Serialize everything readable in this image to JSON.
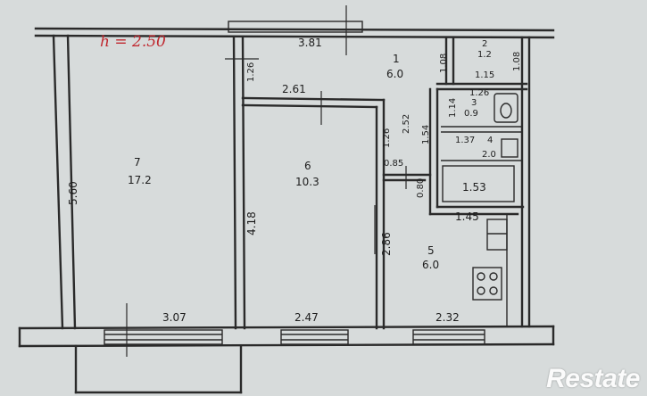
{
  "height_note": "h = 2.50",
  "rooms": [
    {
      "number": "7",
      "area": "17.2"
    },
    {
      "number": "6",
      "area": "10.3"
    },
    {
      "number": "1",
      "area": "6.0"
    },
    {
      "number": "2",
      "area": "1.2"
    },
    {
      "number": "3",
      "area": "0.9"
    },
    {
      "number": "4",
      "area": "2.0"
    },
    {
      "number": "5",
      "area": "6.0"
    }
  ],
  "dimensions": {
    "top_corridor": "3.81",
    "room6_top": "2.61",
    "wall_v": "1.26",
    "left_height": "5.60",
    "room6_height": "4.18",
    "right_height": "2.86",
    "bottom_left": "3.07",
    "bottom_mid": "2.47",
    "bottom_right": "2.32",
    "corr_v1": "1.26",
    "corr_v2": "2.52",
    "corr_v3": "1.54",
    "corr_h": "0.85",
    "door": "0.80",
    "bath_w": "1.53",
    "kitchen_w": "1.45",
    "room4_w": "1.37",
    "room3_w": "1.26",
    "room3_h": "1.14",
    "room2_w": "1.15",
    "room2_h1": "1.08",
    "room2_h2": "1.08"
  },
  "watermark": "Restate"
}
